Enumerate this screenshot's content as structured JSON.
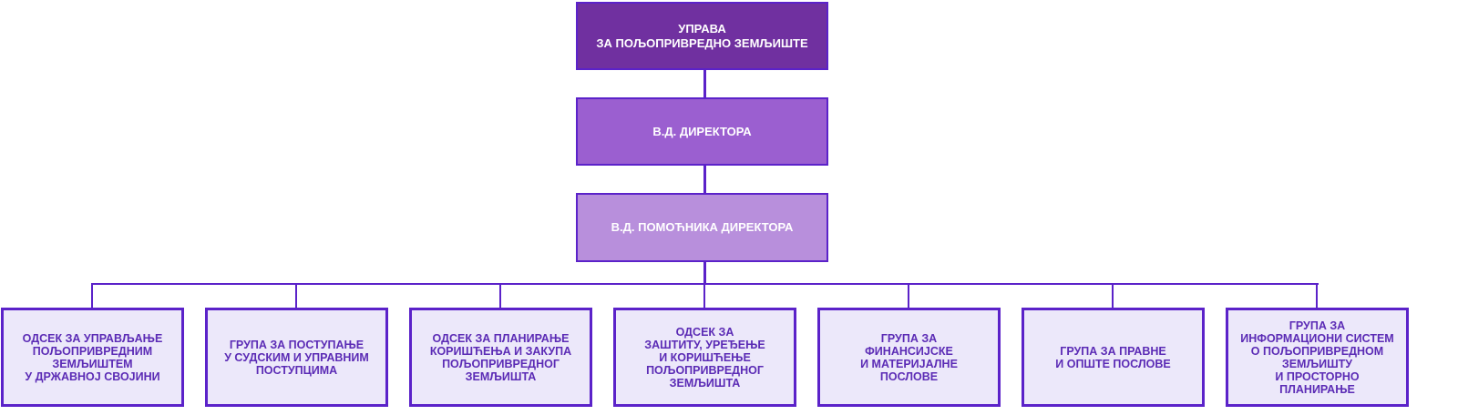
{
  "chart": {
    "head": "УПРАВА\nЗА ПОЉОПРИВРЕДНО ЗЕМЉИШТЕ",
    "director": "В.Д. ДИРЕКТОРА",
    "assistant": "В.Д. ПОМОЋНИКА ДИРЕКТОРА",
    "units": [
      "ОДСЕК ЗА УПРАВЉАЊЕ\nПОЉОПРИВРЕДНИМ\nЗЕМЉИШТЕМ\nУ ДРЖАВНОЈ СВОЈИНИ",
      "ГРУПА ЗА ПОСТУПАЊЕ\nУ СУДСКИМ И УПРАВНИМ\nПОСТУПЦИМА",
      "ОДСЕК ЗА ПЛАНИРАЊЕ\nКОРИШЋЕЊА И ЗАКУПА\nПОЉОПРИВРЕДНОГ\nЗЕМЉИШТА",
      "ОДСЕК ЗА\nЗАШТИТУ, УРЕЂЕЊЕ\nИ КОРИШЋЕЊЕ\nПОЉОПРИВРЕДНОГ\nЗЕМЉИШТА",
      "ГРУПА ЗА\nФИНАНСИЈСКЕ\nИ МАТЕРИЈАЛНЕ\nПОСЛОВЕ",
      "ГРУПА ЗА ПРАВНЕ\nИ ОПШТЕ ПОСЛОВЕ",
      "ГРУПА ЗА\nИНФОРМАЦИОНИ СИСТЕМ\nО ПОЉОПРИВРЕДНОМ\nЗЕМЉИШТУ\nИ ПРОСТОРНО\nПЛАНИРАЊЕ"
    ]
  },
  "colors": {
    "head": "#7030a0",
    "director": "#9b5fd0",
    "assistant": "#b88fdc",
    "unit_fill": "#ece8fa",
    "border": "#5b22c9"
  }
}
